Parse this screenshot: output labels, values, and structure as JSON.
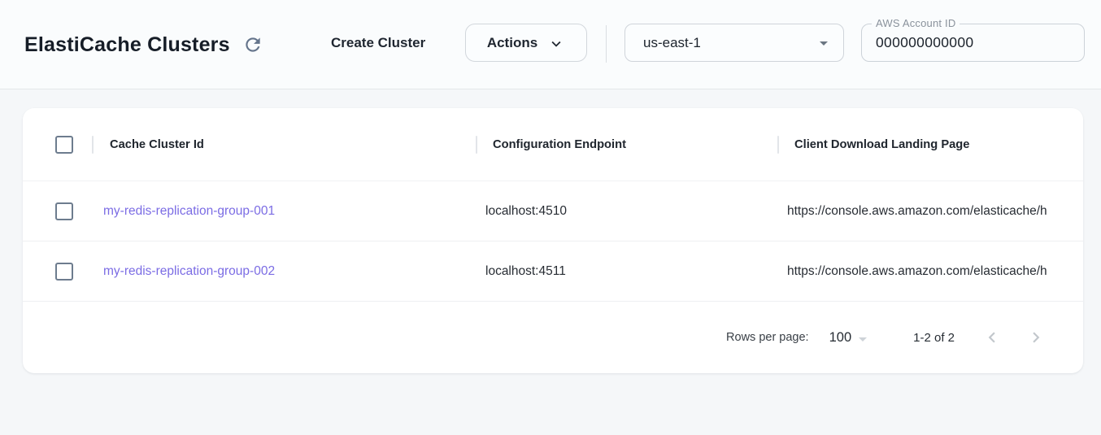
{
  "header": {
    "title": "ElastiCache Clusters",
    "create_button_label": "Create Cluster",
    "actions_button_label": "Actions",
    "region_selected": "us-east-1",
    "account_field": {
      "label": "AWS Account ID",
      "value": "000000000000"
    }
  },
  "table": {
    "columns": [
      {
        "label": "Cache Cluster Id"
      },
      {
        "label": "Configuration Endpoint"
      },
      {
        "label": "Client Download Landing Page"
      }
    ],
    "rows": [
      {
        "cache_cluster_id": "my-redis-replication-group-001",
        "configuration_endpoint": "localhost:4510",
        "client_download_landing_page": "https://console.aws.amazon.com/elasticache/h"
      },
      {
        "cache_cluster_id": "my-redis-replication-group-002",
        "configuration_endpoint": "localhost:4511",
        "client_download_landing_page": "https://console.aws.amazon.com/elasticache/h"
      }
    ]
  },
  "pagination": {
    "rows_per_page_label": "Rows per page:",
    "rows_per_page_value": "100",
    "range_label": "1-2 of 2"
  },
  "icons": {
    "refresh": "refresh-icon",
    "actions_chevron": "chevron-down-icon",
    "region_caret": "arrow-drop-down-icon",
    "rows_per_page_caret": "arrow-drop-down-icon",
    "prev_page": "chevron-left-icon",
    "next_page": "chevron-right-icon"
  },
  "colors": {
    "link_purple": "#7b6ce4",
    "title_text": "#161d27",
    "icon_gray": "#64748b",
    "checkbox_border": "#6d7c8e",
    "page_background": "#f5f7f9",
    "card_background": "#ffffff"
  }
}
